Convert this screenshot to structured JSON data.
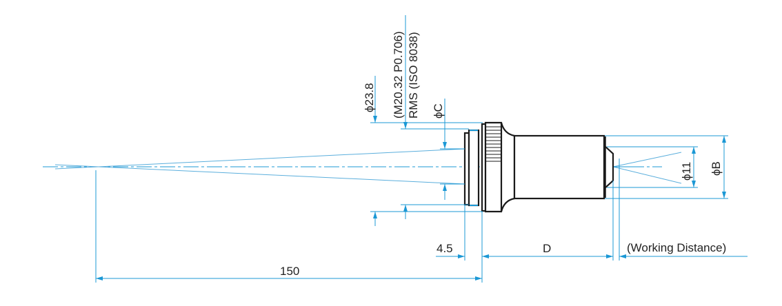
{
  "drawing": {
    "labels": {
      "phi_23_8": "ϕ23.8",
      "thread_spec": "(M20.32 P0.706)",
      "thread_standard": "RMS (ISO 8038)",
      "phi_c": "ϕC",
      "phi_11": "ϕ11",
      "phi_b": "ϕB",
      "dim_4_5": "4.5",
      "dim_d": "D",
      "working_distance": "(Working Distance)",
      "dim_150": "150"
    },
    "colors": {
      "dimension": "#1b98d5",
      "outline": "#1a1a1a"
    }
  }
}
